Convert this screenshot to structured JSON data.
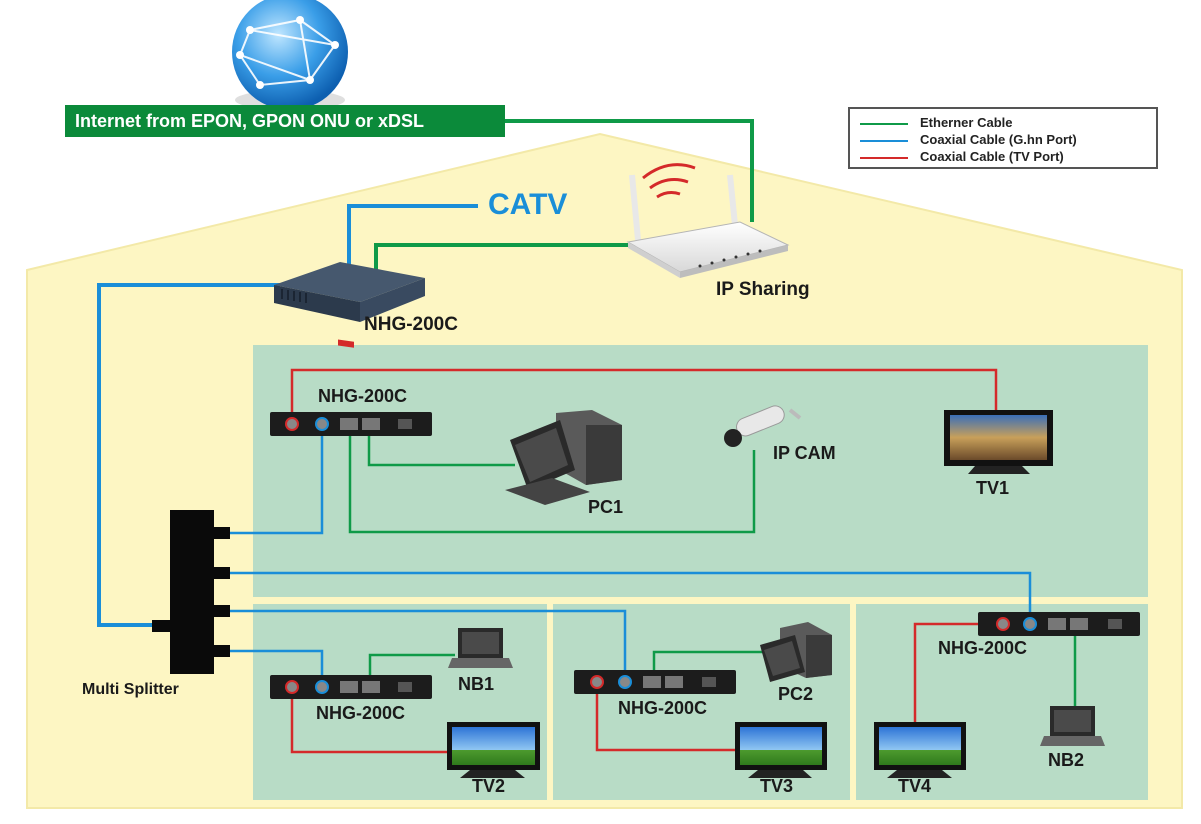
{
  "banner": {
    "text": "Internet from EPON, GPON ONU or xDSL"
  },
  "catv": {
    "label": "CATV"
  },
  "router": {
    "label": "IP Sharing"
  },
  "main_device": {
    "label": "NHG-200C"
  },
  "splitter": {
    "label": "Multi Splitter"
  },
  "legend": {
    "items": [
      {
        "label": "Etherner Cable",
        "color": "#0f9a48"
      },
      {
        "label": "Coaxial Cable (G.hn Port)",
        "color": "#1a8ed8"
      },
      {
        "label": "Coaxial Cable (TV Port)",
        "color": "#d42a2a"
      }
    ]
  },
  "rooms": {
    "room1": {
      "device": "NHG-200C",
      "pc": "PC1",
      "cam": "IP CAM",
      "tv": "TV1"
    },
    "room2": {
      "device": "NHG-200C",
      "nb": "NB1",
      "tv": "TV2"
    },
    "room3": {
      "device": "NHG-200C",
      "pc": "PC2",
      "tv": "TV3"
    },
    "room4": {
      "device": "NHG-200C",
      "nb": "NB2",
      "tv": "TV4"
    }
  },
  "colors": {
    "house": "#fdf6c3",
    "room": "#b8dcc6",
    "ethernet": "#0f9a48",
    "ghn": "#1a8ed8",
    "tv": "#d42a2a",
    "banner": "#0b8a3a"
  }
}
